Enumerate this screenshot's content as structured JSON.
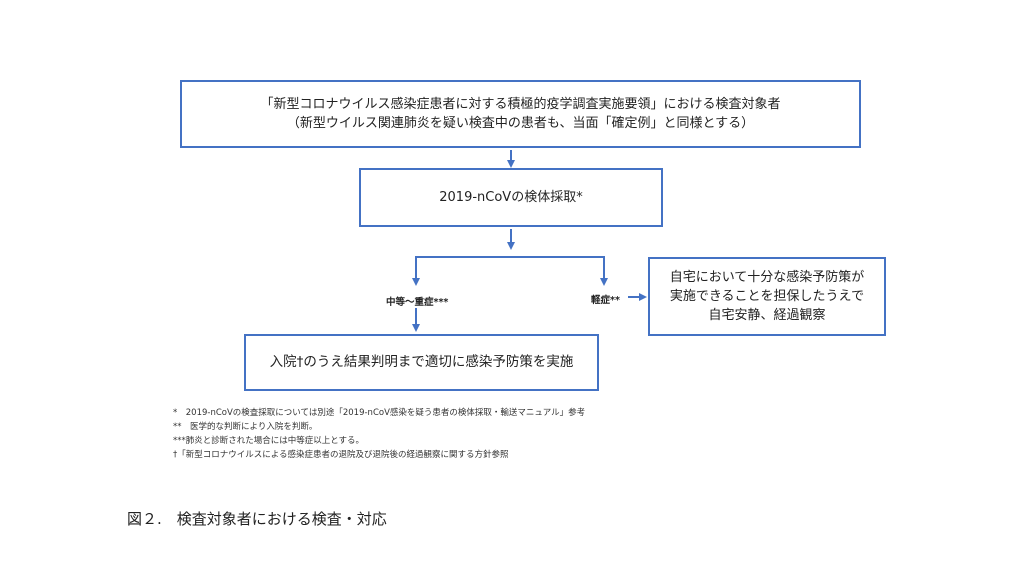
{
  "diagram": {
    "top_box": {
      "line1": "「新型コロナウイルス感染症患者に対する積極的疫学調査実施要領」における検査対象者",
      "line2": "（新型ウイルス関連肺炎を疑い検査中の患者も、当面「確定例」と同様とする）"
    },
    "sample_box": {
      "text": "2019-nCoVの検体採取*"
    },
    "branch_labels": {
      "moderate_severe": "中等～重症***",
      "mild": "軽症**"
    },
    "hospital_box": {
      "text": "入院†のうえ結果判明まで適切に感染予防策を実施"
    },
    "home_box": {
      "line1": "自宅において十分な感染予防策が",
      "line2": "実施できることを担保したうえで",
      "line3": "自宅安静、経過観察"
    },
    "line_color": "#4472c4"
  },
  "notes": [
    "*　2019-nCoVの検査採取については別途「2019-nCoV感染を疑う患者の検体採取・輸送マニュアル」参考",
    "**　医学的な判断により入院を判断。",
    "***肺炎と診断された場合には中等症以上とする。",
    "†「新型コロナウイルスによる感染症患者の退院及び退院後の経過観察に関する方針参照"
  ],
  "caption": "図２.　検査対象者における検査・対応"
}
